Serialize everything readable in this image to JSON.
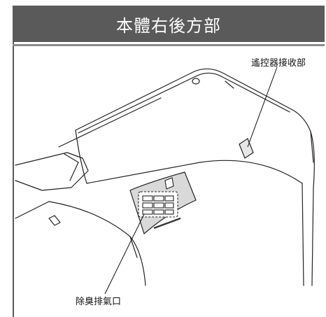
{
  "header": {
    "title": "本體右後方部"
  },
  "callouts": {
    "remote_receiver": "遙控器接收部",
    "deodorizer_exhaust": "除臭排氣口"
  },
  "colors": {
    "title_bar": "#5a5a5a",
    "line": "#222222",
    "panel": "#d9d9d9"
  }
}
